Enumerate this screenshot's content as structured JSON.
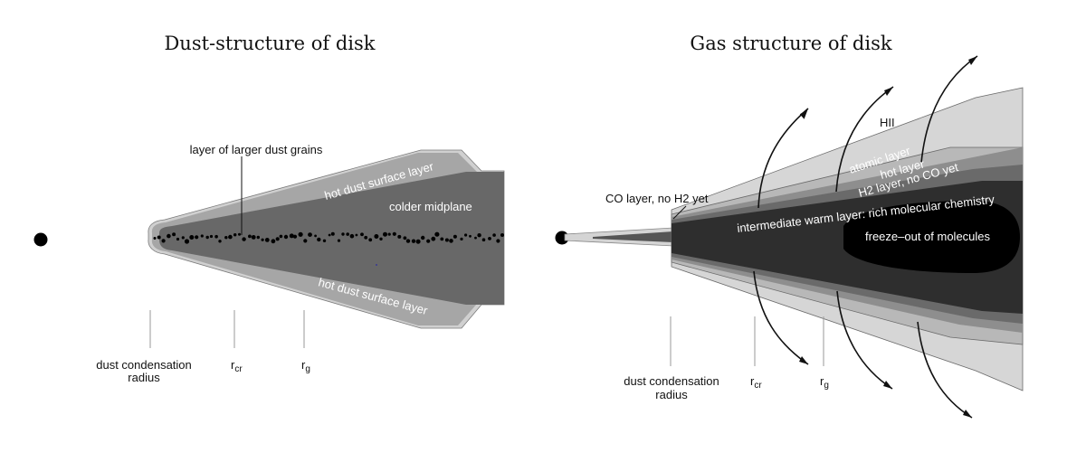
{
  "left_panel": {
    "title": "Dust-structure of disk",
    "labels": {
      "larger_grains": "layer of larger dust grains",
      "surface_upper": "hot dust surface layer",
      "surface_lower": "hot dust surface layer",
      "midplane": "colder midplane"
    },
    "radii": {
      "dust_condensation_line1": "dust condensation",
      "dust_condensation_line2": "radius",
      "rcr_main": "r",
      "rcr_sub": "cr",
      "rg_main": "r",
      "rg_sub": "g"
    }
  },
  "right_panel": {
    "title": "Gas structure of disk",
    "labels": {
      "hii": "HII",
      "atomic": "atomic layer",
      "hot": "hot layer",
      "h2": "H2 layer, no CO yet",
      "co": "CO layer, no H2 yet",
      "warm": "intermediate warm layer: rich molecular chemistry",
      "freeze": "freeze–out of molecules"
    },
    "radii": {
      "dust_condensation_line1": "dust condensation",
      "dust_condensation_line2": "radius",
      "rcr_main": "r",
      "rcr_sub": "cr",
      "rg_main": "r",
      "rg_sub": "g"
    }
  },
  "colors": {
    "outer_layer": "#d0d0d0",
    "surface_layer": "#a6a6a6",
    "midplane": "#686868",
    "gas_hii": "#d6d6d6",
    "gas_atomic": "#b8b8b8",
    "gas_hot": "#8e8e8e",
    "gas_h2": "#6a6a6a",
    "gas_warm": "#2e2e2e",
    "gas_freeze": "#000000"
  }
}
